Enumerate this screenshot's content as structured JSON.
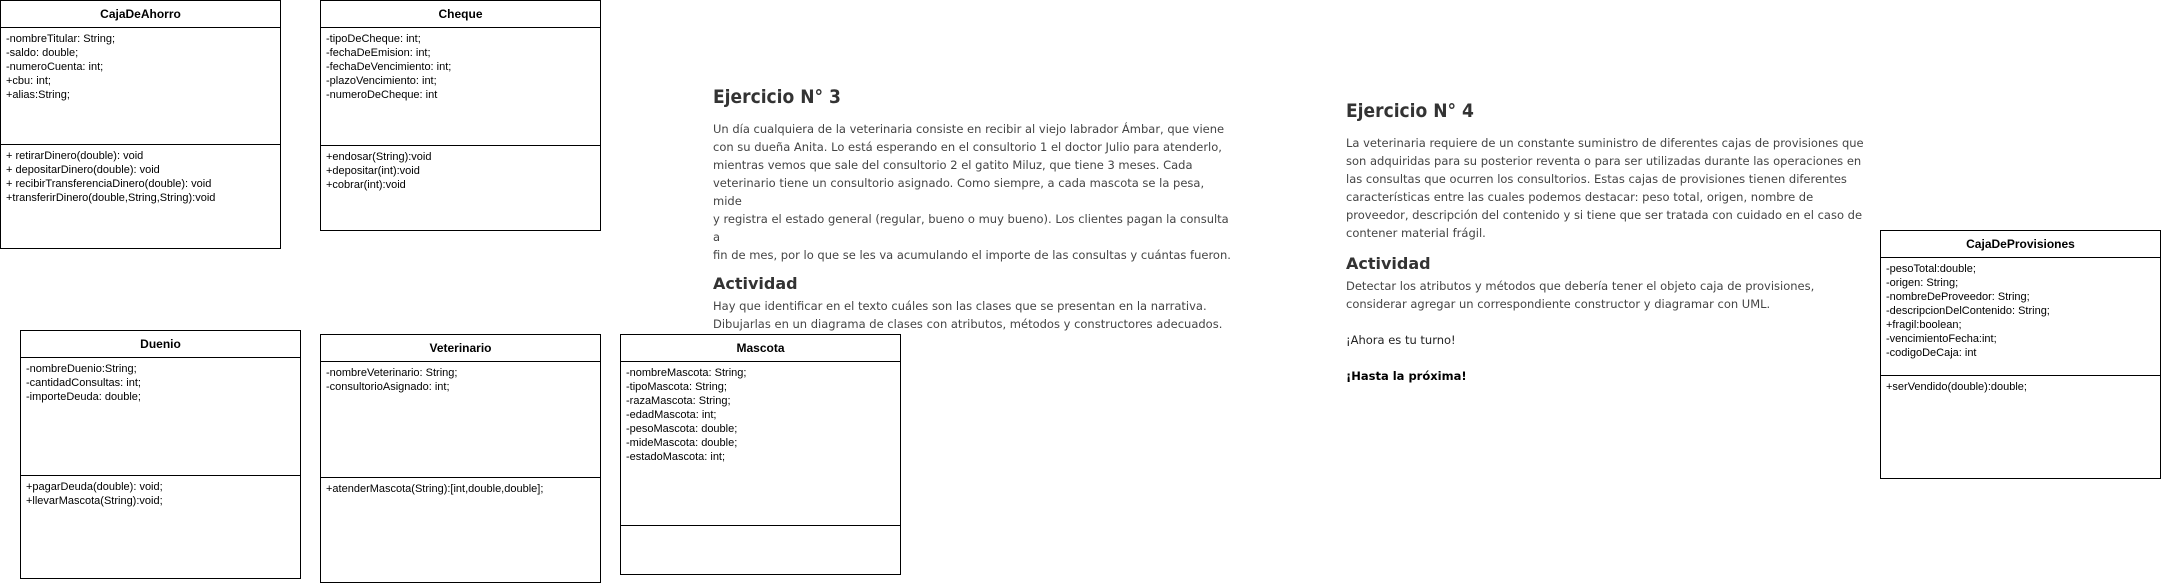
{
  "classes": {
    "caja_de_ahorro": {
      "name": "CajaDeAhorro",
      "attributes": [
        "-nombreTitular: String;",
        "-saldo: double;",
        "-numeroCuenta: int;",
        "+cbu: int;",
        "+alias:String;"
      ],
      "methods": [
        "+ retirarDinero(double): void",
        "+ depositarDinero(double): void",
        "+ recibirTransferenciaDinero(double): void",
        "+transferirDinero(double,String,String):void"
      ]
    },
    "cheque": {
      "name": "Cheque",
      "attributes": [
        "-tipoDeCheque: int;",
        "-fechaDeEmision: int;",
        "-fechaDeVencimiento: int;",
        "-plazoVencimiento: int;",
        "-numeroDeCheque: int"
      ],
      "methods": [
        "+endosar(String):void",
        "+depositar(int):void",
        "+cobrar(int):void"
      ]
    },
    "duenio": {
      "name": "Duenio",
      "attributes": [
        "-nombreDuenio:String;",
        "-cantidadConsultas: int;",
        "-importeDeuda: double;"
      ],
      "methods": [
        "+pagarDeuda(double): void;",
        "+llevarMascota(String):void;"
      ]
    },
    "veterinario": {
      "name": "Veterinario",
      "attributes": [
        "-nombreVeterinario: String;",
        "-consultorioAsignado: int;"
      ],
      "methods": [
        "+atenderMascota(String):[int,double,double];"
      ]
    },
    "mascota": {
      "name": "Mascota",
      "attributes": [
        "-nombreMascota: String;",
        "-tipoMascota: String;",
        "-razaMascota: String;",
        "-edadMascota: int;",
        "-pesoMascota: double;",
        "-mideMascota: double;",
        "-estadoMascota: int;"
      ],
      "methods": []
    },
    "caja_de_provisiones": {
      "name": "CajaDeProvisiones",
      "attributes": [
        "-pesoTotal:double;",
        "-origen: String;",
        "-nombreDeProveedor: String;",
        "-descripcionDelContenido: String;",
        "+fragil:boolean;",
        "-vencimientoFecha:int;",
        "-codigoDeCaja: int"
      ],
      "methods": [
        "+serVendido(double):double;"
      ]
    }
  },
  "ejercicio3": {
    "title": "Ejercicio N° 3",
    "paragraph_lines": [
      "Un día cualquiera de la veterinaria consiste en recibir al viejo labrador Ámbar, que viene",
      "con su dueña Anita. Lo está esperando en el consultorio 1 el doctor Julio para atenderlo,",
      "mientras vemos que sale del consultorio 2 el gatito Miluz, que tiene 3 meses. Cada",
      "veterinario tiene un consultorio asignado. Como siempre, a cada mascota se la pesa, mide",
      "y registra el estado general (regular, bueno o muy bueno). Los clientes pagan la consulta a",
      "fin de mes, por lo que se les va acumulando el importe de las consultas y cuántas fueron."
    ],
    "activity_title": "Actividad",
    "activity_lines": [
      "Hay que identificar en el texto cuáles son las clases que se presentan en la narrativa.",
      "Dibujarlas en un diagrama de clases con atributos, métodos y constructores adecuados."
    ]
  },
  "ejercicio4": {
    "title": "Ejercicio N° 4",
    "paragraph_lines": [
      "La veterinaria requiere de un constante suministro de diferentes cajas de provisiones que",
      "son adquiridas para su posterior reventa o para ser utilizadas durante las operaciones en",
      "las consultas que ocurren los consultorios. Estas cajas de provisiones tienen diferentes",
      "características entre las cuales podemos destacar: peso total, origen, nombre de",
      "proveedor, descripción del contenido y si tiene que ser tratada con cuidado en el caso de",
      "contener material frágil."
    ],
    "activity_title": "Actividad",
    "activity_lines": [
      "Detectar los atributos y métodos que debería tener el objeto caja de provisiones,",
      "considerar agregar un correspondiente constructor y diagramar con UML."
    ],
    "turn_text": "¡Ahora es tu turno!",
    "next_text": "¡Hasta la próxima!"
  }
}
